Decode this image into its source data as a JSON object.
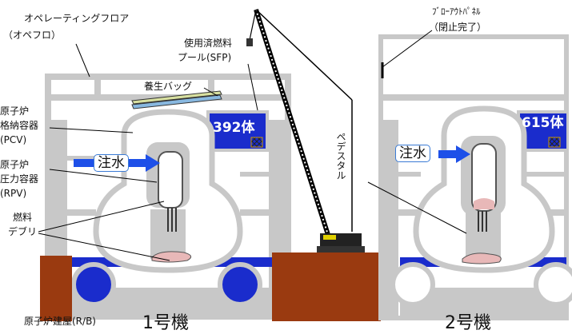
{
  "labels": {
    "operating_floor": "オペレーティングフロア",
    "operating_floor_abbr": "（オペフロ）",
    "sfp_line1": "使用済燃料",
    "sfp_line2": "プール(SFP)",
    "curing_bag": "養生バッグ",
    "pcv_line1": "原子炉",
    "pcv_line2": "格納容器",
    "pcv_line3": "(PCV)",
    "rpv_line1": "原子炉",
    "rpv_line2": "圧力容器",
    "rpv_line3": "(RPV)",
    "fuel_line1": "燃料",
    "fuel_line2": "デブリ",
    "reactor_building": "原子炉建屋(R/B)",
    "blowout_line1": "ﾌﾞﾛｰｱｳﾄﾊﾟﾈﾙ",
    "blowout_line2": "（閉止完了）",
    "pedestal": "ペデスタル"
  },
  "unit1": {
    "name": "1号機",
    "water_injection": "注水",
    "fuel_count": "392体"
  },
  "unit2": {
    "name": "2号機",
    "water_injection": "注水",
    "fuel_count": "615体"
  },
  "colors": {
    "water": "#1a2ccc",
    "structure": "#c8c8c8",
    "ground": "#9a3a10",
    "debris": "#e8b8b8",
    "arrow": "#1e50e8"
  }
}
